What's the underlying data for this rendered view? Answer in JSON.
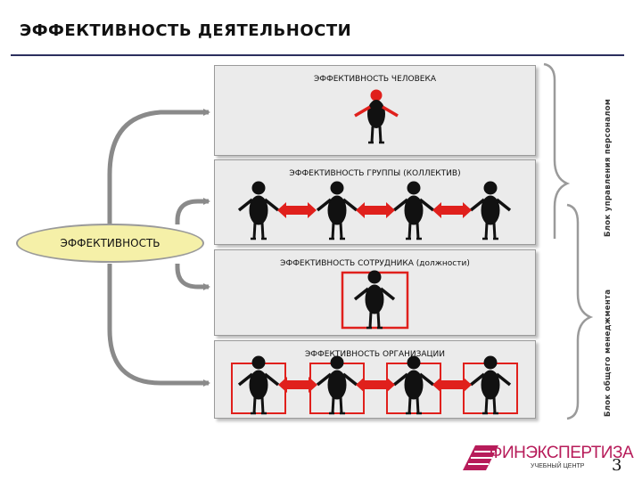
{
  "slide": {
    "title": "ЭФФЕКТИВНОСТЬ ДЕЯТЕЛЬНОСТИ",
    "page_number": "3"
  },
  "center": {
    "label": "ЭФФЕКТИВНОСТЬ"
  },
  "levels": [
    {
      "label": "ЭФФЕКТИВНОСТЬ ЧЕЛОВЕКА"
    },
    {
      "label": "ЭФФЕКТИВНОСТЬ ГРУППЫ (КОЛЛЕКТИВ)"
    },
    {
      "label": "ЭФФЕКТИВНОСТЬ СОТРУДНИКА (должности)"
    },
    {
      "label": "ЭФФЕКТИВНОСТЬ ОРГАНИЗАЦИИ"
    }
  ],
  "brackets": {
    "personnel": "Блок управления персоналом",
    "management": "Блок общего менеджмента"
  },
  "logo": {
    "name": "ФИНЭКСПЕРТИЗА",
    "subtitle": "УЧЕБНЫЙ ЦЕНТР"
  },
  "colors": {
    "accent_red": "#e0201c",
    "box_fill": "#ebebeb",
    "ellipse_fill": "#f5f0a8",
    "title_rule": "#2b2f5e",
    "logo": "#b71c5a"
  }
}
